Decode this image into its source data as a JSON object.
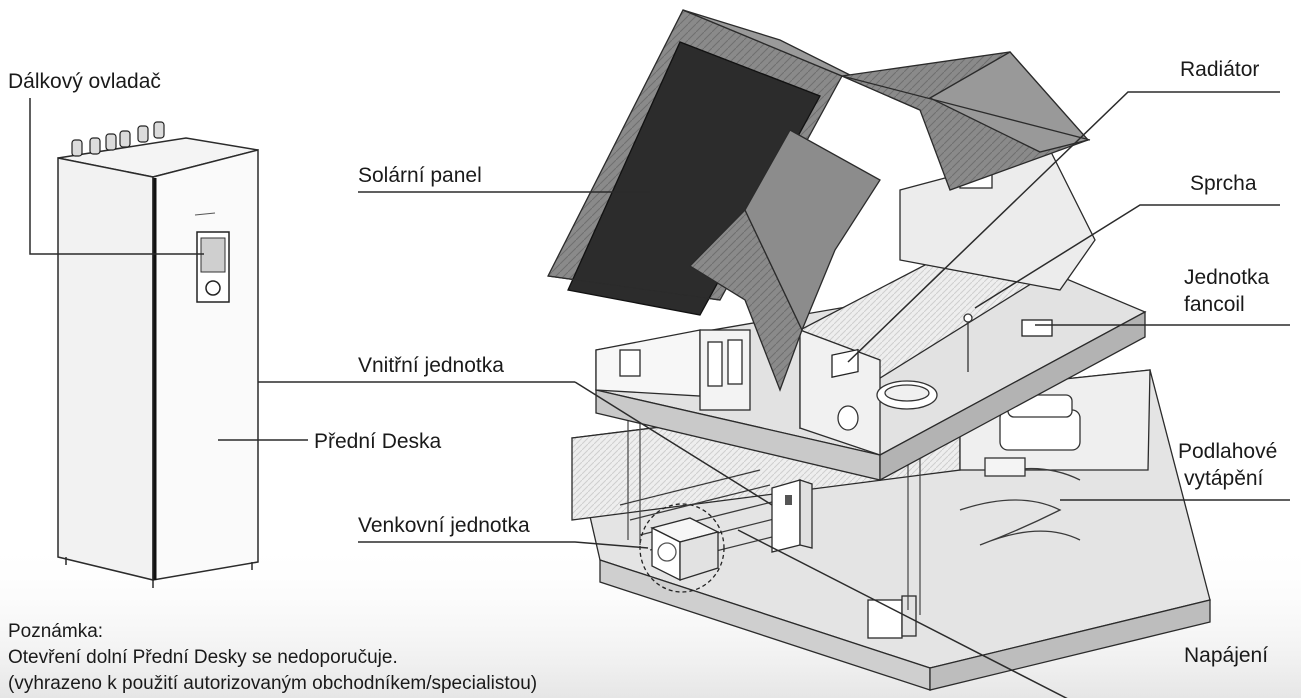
{
  "labels": {
    "remote_controller": "Dálkový ovladač",
    "solar_panel": "Solární panel",
    "indoor_unit": "Vnitřní jednotka",
    "front_panel": "Přední Deska",
    "outdoor_unit": "Venkovní jednotka",
    "radiator": "Radiátor",
    "shower": "Sprcha",
    "fancoil_line1": "Jednotka",
    "fancoil_line2": "fancoil",
    "floor_heating_line1": "Podlahové",
    "floor_heating_line2": "vytápění",
    "power_supply": "Napájení"
  },
  "note": {
    "heading": "Poznámka:",
    "line1": "Otevření dolní Přední Desky se nedoporučuje.",
    "line2": "(vyhrazeno k použití autorizovaným obchodníkem/specialistou)"
  },
  "colors": {
    "line": "#2b2b2b",
    "roof": "#7d7d7d",
    "solar": "#2e2e2e",
    "wall": "#e9e9e9",
    "floor": "#dcdcdc"
  }
}
